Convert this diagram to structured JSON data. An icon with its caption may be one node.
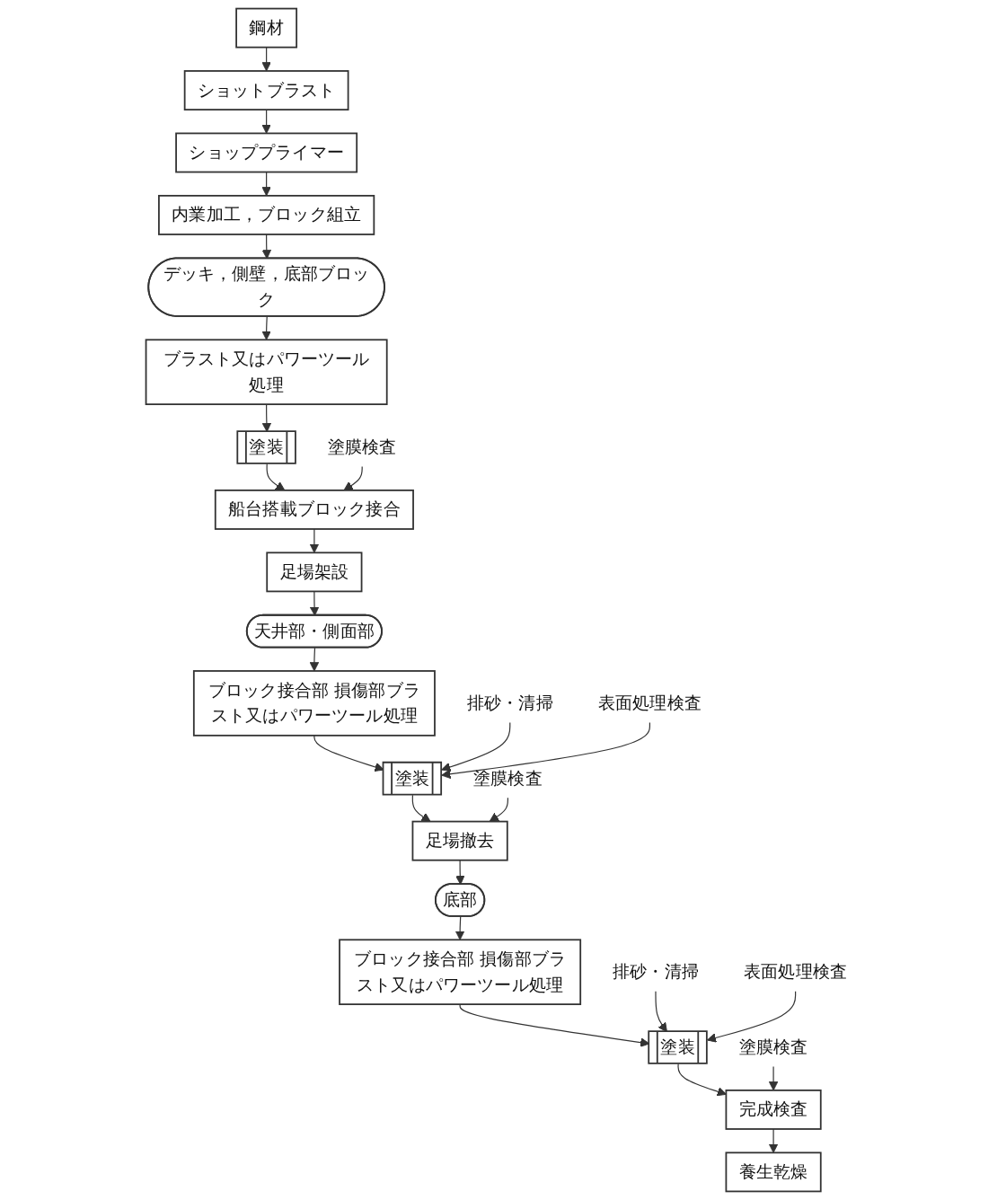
{
  "diagram": {
    "nodes": [
      {
        "text": [
          "鋼材"
        ]
      },
      {
        "text": [
          "ショットブラスト"
        ]
      },
      {
        "text": [
          "ショッププライマー"
        ]
      },
      {
        "text": [
          "内業加工，ブロック組立"
        ]
      },
      {
        "text": [
          "デッキ，側壁，底部ブロック"
        ]
      },
      {
        "text": [
          "ブラスト又はパワーツール処理"
        ]
      },
      {
        "text": [
          "塗装"
        ]
      },
      {
        "text": [
          "塗膜検査"
        ]
      },
      {
        "text": [
          "船台搭載ブロック接合"
        ]
      },
      {
        "text": [
          "足場架設"
        ]
      },
      {
        "text": [
          "天井部・側面部"
        ]
      },
      {
        "text": [
          "底部"
        ]
      },
      {
        "text": [
          "ブロック接合部 損傷部ブラスト又はパワーツール処理"
        ]
      },
      {
        "text": [
          "排砂・清掃"
        ]
      },
      {
        "text": [
          "ブロック接合部 損傷部ブラスト又はパワーツール処理"
        ]
      },
      {
        "text": [
          "排砂・清掃"
        ]
      },
      {
        "text": [
          "表面処理検査"
        ]
      },
      {
        "text": [
          "表面処理検査"
        ]
      },
      {
        "text": [
          "塗装"
        ]
      },
      {
        "text": [
          "塗装"
        ]
      },
      {
        "text": [
          "塗膜検査"
        ]
      },
      {
        "text": [
          "塗膜検査"
        ]
      },
      {
        "text": [
          "足場撤去"
        ]
      },
      {
        "text": [
          "完成検査"
        ]
      },
      {
        "text": [
          "養生乾燥"
        ]
      }
    ],
    "edges": [
      {
        "from": 0,
        "to": 1,
        "arrow": "to"
      },
      {
        "from": 1,
        "to": 2,
        "arrow": "to"
      },
      {
        "from": 2,
        "to": 3,
        "arrow": "to"
      },
      {
        "from": 3,
        "to": 4,
        "arrow": "to"
      },
      {
        "from": 4,
        "to": 5,
        "arrow": "to"
      },
      {
        "from": 5,
        "to": 6,
        "arrow": "to"
      },
      {
        "from": 6,
        "to": 8,
        "arrow": "to"
      },
      {
        "from": 7,
        "to": 8,
        "arrow": "to"
      },
      {
        "from": 8,
        "to": 9,
        "arrow": "to"
      },
      {
        "from": 9,
        "to": 10,
        "arrow": "to"
      },
      {
        "from": 10,
        "to": 12,
        "arrow": "to"
      },
      {
        "from": 12,
        "to": 18,
        "arrow": "to"
      },
      {
        "from": 13,
        "to": 18,
        "arrow": "to"
      },
      {
        "from": 16,
        "to": 18,
        "arrow": "to"
      },
      {
        "from": 18,
        "to": 22,
        "arrow": "to"
      },
      {
        "from": 20,
        "to": 22,
        "arrow": "to"
      },
      {
        "from": 22,
        "to": 11,
        "arrow": "to"
      },
      {
        "from": 11,
        "to": 14,
        "arrow": "to"
      },
      {
        "from": 14,
        "to": 19,
        "arrow": "to"
      },
      {
        "from": 15,
        "to": 19,
        "arrow": "to"
      },
      {
        "from": 17,
        "to": 19,
        "arrow": "to"
      },
      {
        "from": 19,
        "to": 23,
        "arrow": "to"
      },
      {
        "from": 21,
        "to": 23,
        "arrow": "to"
      },
      {
        "from": 23,
        "to": 24,
        "arrow": "to"
      }
    ]
  }
}
